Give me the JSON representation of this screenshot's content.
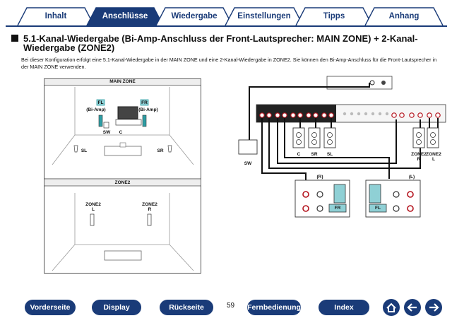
{
  "tabs": [
    {
      "label": "Inhalt",
      "active": false
    },
    {
      "label": "Anschlüsse",
      "active": true
    },
    {
      "label": "Wiedergabe",
      "active": false
    },
    {
      "label": "Einstellungen",
      "active": false
    },
    {
      "label": "Tipps",
      "active": false
    },
    {
      "label": "Anhang",
      "active": false
    }
  ],
  "heading": "5.1-Kanal-Wiedergabe (Bi-Amp-Anschluss der Front-Lautsprecher: MAIN ZONE) + 2-Kanal-Wiedergabe (ZONE2)",
  "intro": "Bei dieser Konfiguration erfolgt eine 5.1-Kanal-Wiedergabe in der MAIN ZONE und eine 2-Kanal-Wiedergabe in ZONE2. Sie können den Bi-Amp-Anschluss für die Front-Lautsprecher in der MAIN ZONE verwenden.",
  "room": {
    "main_zone_title": "MAIN ZONE",
    "zone2_title": "ZONE2",
    "fl": "FL",
    "fr": "FR",
    "bi_amp": "(Bi-Amp)",
    "sw": "SW",
    "c": "C",
    "sl": "SL",
    "sr": "SR",
    "zone2_l_1": "ZONE2",
    "zone2_l_2": "L",
    "zone2_r_1": "ZONE2",
    "zone2_r_2": "R"
  },
  "wiring": {
    "sw": "SW",
    "c": "C",
    "sr": "SR",
    "sl": "SL",
    "zone2r_1": "ZONE2",
    "zone2r_2": "R",
    "zone2l_1": "ZONE2",
    "zone2l_2": "L",
    "r_mark": "(R)",
    "l_mark": "(L)",
    "fr": "FR",
    "fl": "FL"
  },
  "footer": {
    "prev": "Vorderseite",
    "display": "Display",
    "back": "Rückseite",
    "page": "59",
    "remote": "Fernbedienung",
    "index": "Index"
  },
  "colors": {
    "brand": "#1a3b78",
    "teal": "#2e9ea5",
    "red": "#b4141e"
  },
  "icons": [
    "home-icon",
    "back-arrow-icon",
    "forward-arrow-icon"
  ]
}
